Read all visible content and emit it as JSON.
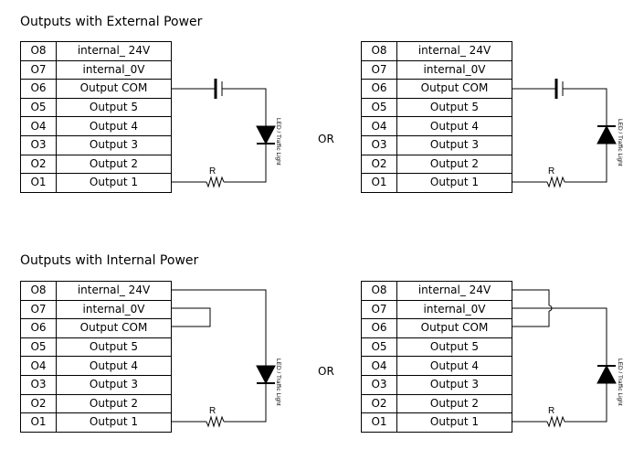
{
  "sections": {
    "external": {
      "title": "Outputs with External Power"
    },
    "internal": {
      "title": "Outputs with Internal Power"
    }
  },
  "or_label": "OR",
  "resistor_label": "R",
  "led_label": "LED / Traffic Light",
  "pin_rows": [
    {
      "pin": "O8",
      "name": "internal_ 24V"
    },
    {
      "pin": "O7",
      "name": "internal_0V"
    },
    {
      "pin": "O6",
      "name": "Output COM"
    },
    {
      "pin": "O5",
      "name": "Output 5"
    },
    {
      "pin": "O4",
      "name": "Output 4"
    },
    {
      "pin": "O3",
      "name": "Output 3"
    },
    {
      "pin": "O2",
      "name": "Output 2"
    },
    {
      "pin": "O1",
      "name": "Output 1"
    }
  ],
  "diagrams": [
    {
      "id": "ext-a",
      "section": "external",
      "supply": "battery",
      "led_orientation": "cathode-down"
    },
    {
      "id": "ext-b",
      "section": "external",
      "supply": "battery",
      "led_orientation": "cathode-up"
    },
    {
      "id": "int-a",
      "section": "internal",
      "supply": "internal_24V",
      "led_orientation": "cathode-down"
    },
    {
      "id": "int-b",
      "section": "internal",
      "supply": "internal_24V",
      "led_orientation": "cathode-up"
    }
  ]
}
